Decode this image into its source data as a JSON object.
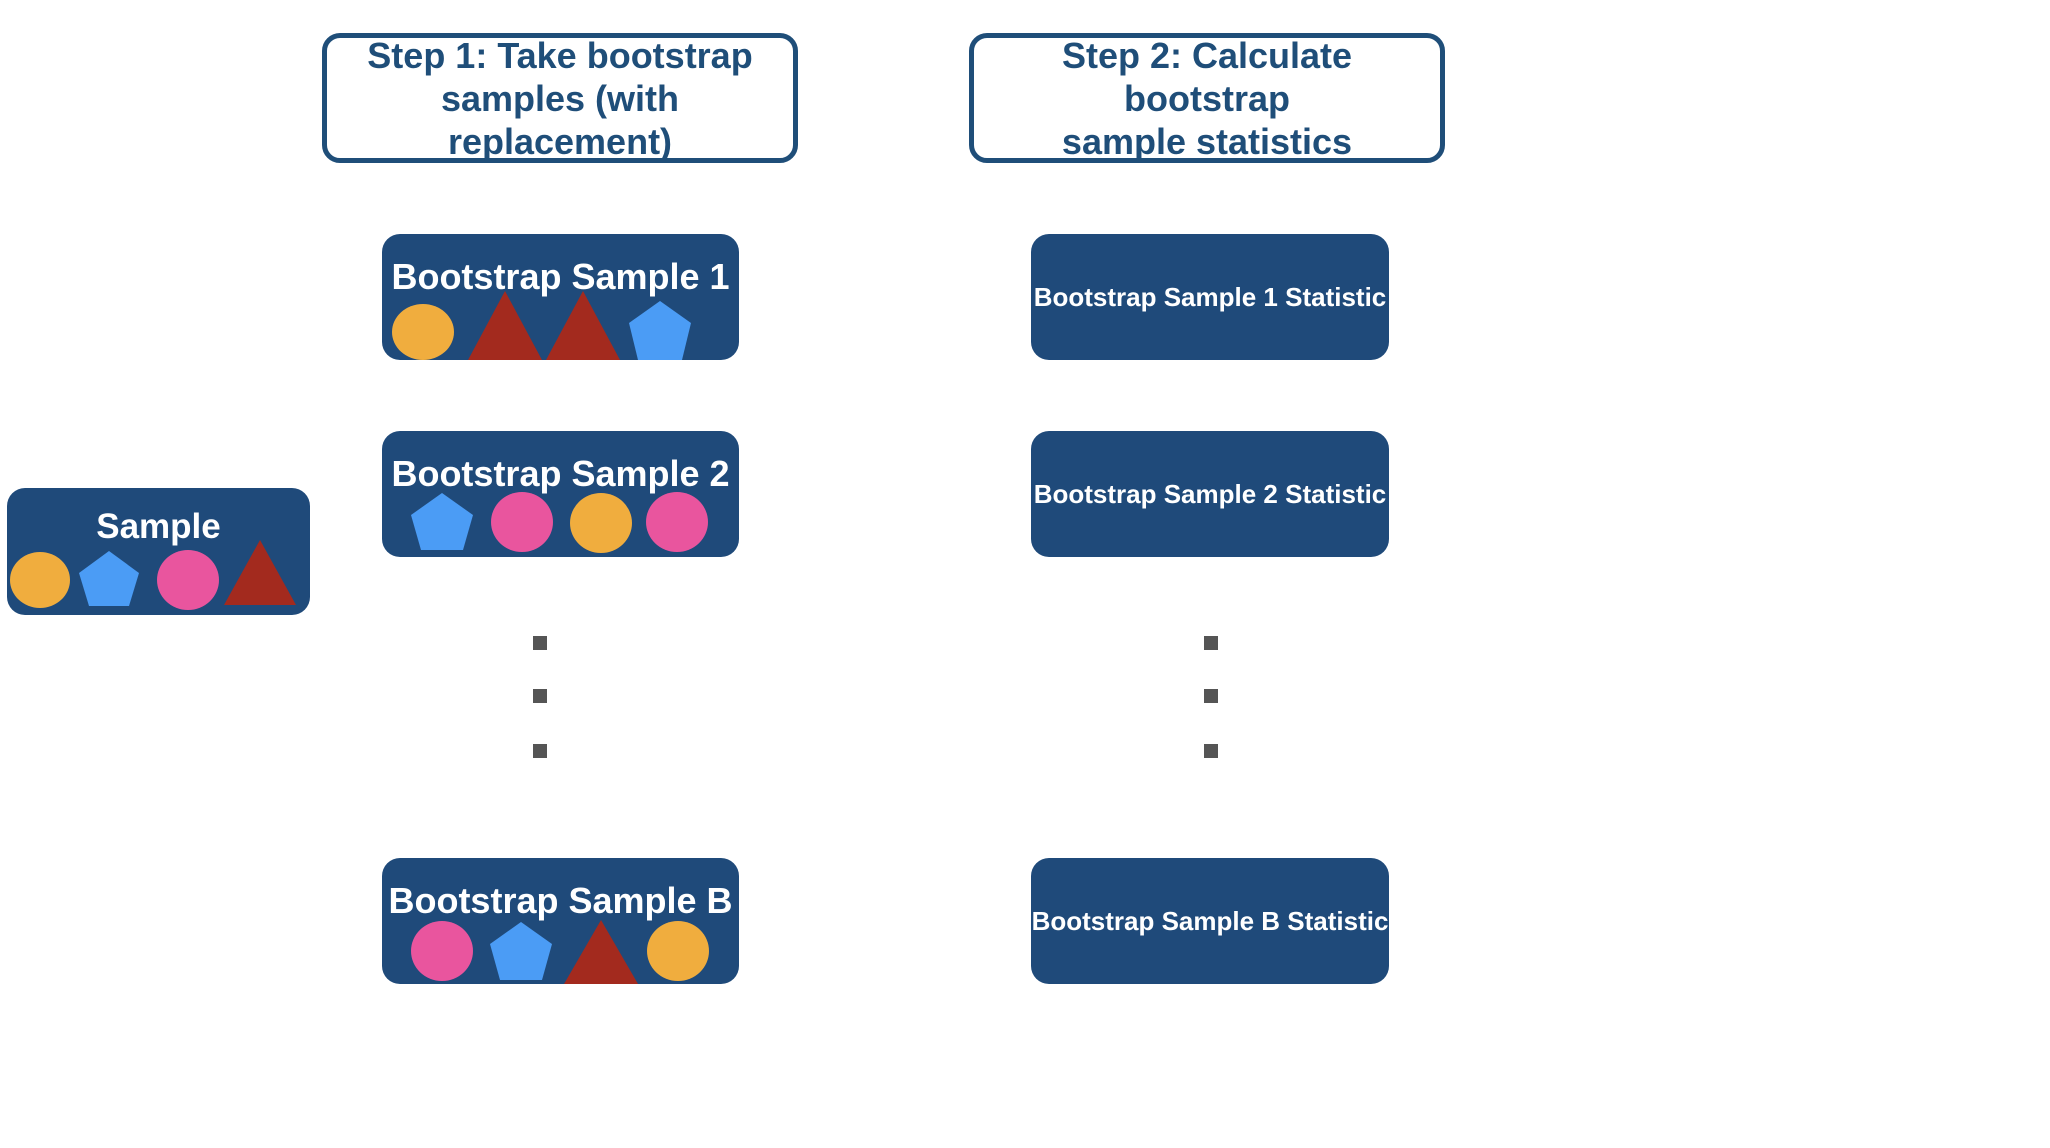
{
  "colors": {
    "card": "#1f4a7a",
    "step_border": "#1f4e79",
    "circle_orange": "#f0ad3e",
    "circle_pink": "#e9559e",
    "triangle_red": "#a32a1e",
    "pentagon_blue": "#4b9cf5",
    "dots": "#555555"
  },
  "steps": {
    "step1": {
      "line1": "Step 1: Take bootstrap",
      "line2": "samples (with replacement)"
    },
    "step2": {
      "line1": "Step 2: Calculate bootstrap",
      "line2": "sample statistics"
    }
  },
  "original_sample": {
    "title": "Sample",
    "shapes": [
      "orange-circle",
      "blue-pentagon",
      "pink-circle",
      "red-triangle"
    ]
  },
  "bootstrap_samples": [
    {
      "title": "Bootstrap Sample 1",
      "shapes": [
        "orange-circle",
        "red-triangle",
        "red-triangle",
        "blue-pentagon"
      ]
    },
    {
      "title": "Bootstrap Sample 2",
      "shapes": [
        "blue-pentagon",
        "pink-circle",
        "orange-circle",
        "pink-circle"
      ]
    },
    {
      "title": "Bootstrap Sample B",
      "shapes": [
        "pink-circle",
        "blue-pentagon",
        "red-triangle",
        "orange-circle"
      ]
    }
  ],
  "statistics": [
    {
      "label": "Bootstrap Sample 1 Statistic"
    },
    {
      "label": "Bootstrap Sample 2 Statistic"
    },
    {
      "label": "Bootstrap Sample B Statistic"
    }
  ]
}
